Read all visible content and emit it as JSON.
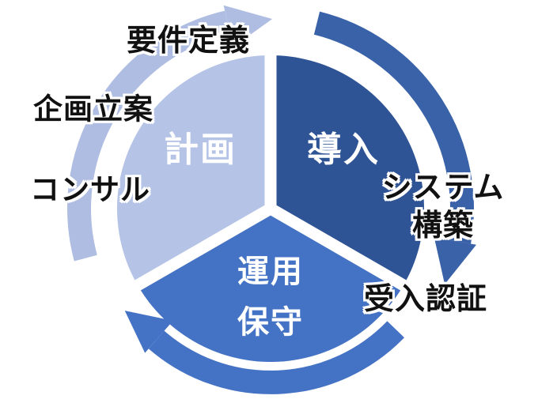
{
  "diagram": {
    "type": "three-phase-cycle",
    "background": "#ffffff"
  },
  "colors": {
    "separator": "#ffffff",
    "wedge_text": "#ffffff",
    "outer_text": "#111111"
  },
  "segments": [
    {
      "name": "plan",
      "label": "計画",
      "color": "#b5c3e6"
    },
    {
      "name": "deployment",
      "label": "導入",
      "color": "#2f5496"
    },
    {
      "name": "operation",
      "label": "運用",
      "label2": "保守",
      "color": "#4472c4"
    }
  ],
  "arrows": [
    {
      "name": "planning-phase-arrow",
      "color": "#aebde1"
    },
    {
      "name": "deployment-phase-arrow",
      "color": "#3a62a8"
    },
    {
      "name": "operation-phase-arrow",
      "color": "#4472c4"
    }
  ],
  "outer_labels": [
    {
      "name": "requirements-definition",
      "text": "要件定義"
    },
    {
      "name": "planning-proposal",
      "text": "企画立案"
    },
    {
      "name": "consulting",
      "text": "コンサル"
    },
    {
      "name": "system-construction",
      "text": "システム",
      "text2": "構築"
    },
    {
      "name": "acceptance-certification",
      "text": "受入認証"
    }
  ]
}
